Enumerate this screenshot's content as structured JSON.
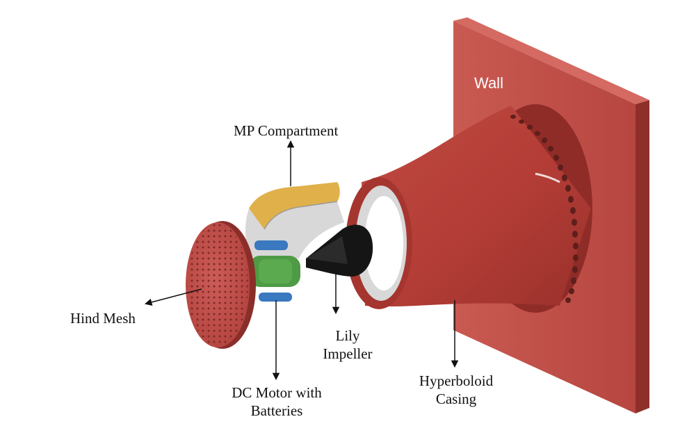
{
  "labels": {
    "wall": "Wall",
    "mp_compartment": "MP Compartment",
    "hind_mesh": "Hind Mesh",
    "lily_impeller_line1": "Lily",
    "lily_impeller_line2": "Impeller",
    "dc_motor_line1": "DC Motor with",
    "dc_motor_line2": "Batteries",
    "hyperboloid_line1": "Hyperboloid",
    "hyperboloid_line2": "Casing"
  },
  "colors": {
    "casing": "#b8443c",
    "wall": "#c65650",
    "mesh": "#c4524e",
    "compartment": "#d8d8d8",
    "compartment_rim": "#e0b04a",
    "motor": "#4f9a44",
    "battery": "#3a78c0",
    "impeller": "#151515"
  }
}
